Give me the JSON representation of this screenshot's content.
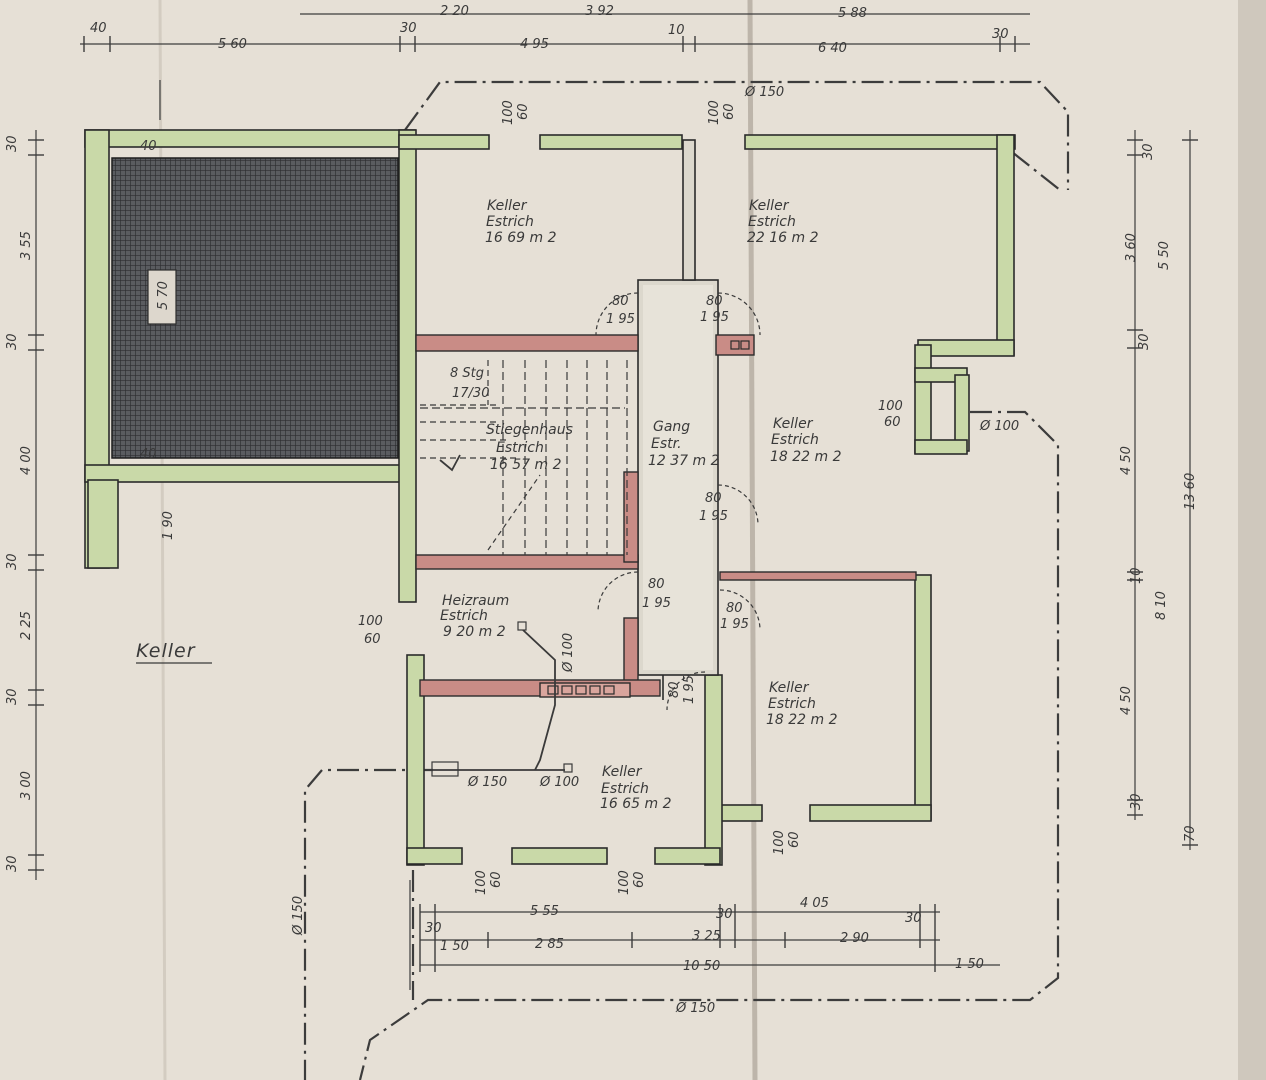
{
  "colors": {
    "paper": "#e6e0d6",
    "wall": "#c9d9a8",
    "wall_outline": "#2b2b2b",
    "partition": "#c98c86",
    "hatch": "#3a3c40",
    "line": "#3c3c3c",
    "fold": "#bdb5aa"
  },
  "dims_top": [
    "2 20",
    "3 92",
    "5 88",
    "40",
    "30",
    "5 60",
    "4 95",
    "10",
    "6 40",
    "30"
  ],
  "dims_left": [
    "30",
    "3 55",
    "30",
    "4 00",
    "30",
    "2 25",
    "30",
    "3 00",
    "30",
    "40",
    "5 70",
    "40",
    "1 90"
  ],
  "dims_right": [
    "30",
    "3 60",
    "5 50",
    "30",
    "4 50",
    "13 60",
    "10",
    "8 10",
    "4 50",
    "30",
    "70"
  ],
  "dims_bottom": [
    "5 55",
    "4 05",
    "30",
    "30",
    "30",
    "1 50",
    "2 85",
    "3 25",
    "2 90",
    "10 50",
    "1 50"
  ],
  "openings": [
    "100",
    "60",
    "100",
    "60",
    "100",
    "60",
    "100",
    "60",
    "100",
    "60",
    "100",
    "60",
    "100",
    "60"
  ],
  "doors": [
    "80",
    "1 95",
    "80",
    "1 95",
    "80",
    "1 95",
    "80",
    "1 95",
    "80",
    "1 95",
    "80",
    "1 95"
  ],
  "pipes": [
    "Ø 150",
    "Ø 100",
    "Ø 100",
    "Ø 150",
    "Ø 100",
    "Ø 150",
    "Ø 150"
  ],
  "stairs": [
    "8 Stg",
    "17/30"
  ],
  "rooms": [
    {
      "name": "Keller",
      "floor": "Estrich",
      "area": "16 69 m 2"
    },
    {
      "name": "Keller",
      "floor": "Estrich",
      "area": "22 16 m 2"
    },
    {
      "name": "Stiegenhaus",
      "floor": "Estrich",
      "area": "16 57 m 2"
    },
    {
      "name": "Gang",
      "floor": "Estr.",
      "area": "12 37 m 2"
    },
    {
      "name": "Keller",
      "floor": "Estrich",
      "area": "18 22 m 2"
    },
    {
      "name": "Heizraum",
      "floor": "Estrich",
      "area": "9 20 m 2"
    },
    {
      "name": "Keller",
      "floor": "Estrich",
      "area": "18 22 m 2"
    },
    {
      "name": "Keller",
      "floor": "Estrich",
      "area": "16 65 m 2"
    }
  ],
  "outside_label": "Keller"
}
